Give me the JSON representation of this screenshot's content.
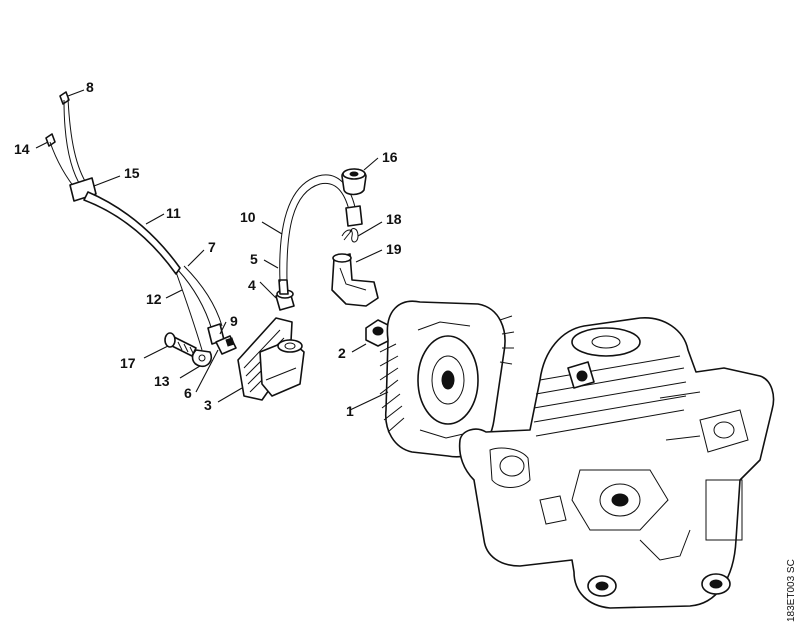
{
  "labels": [
    {
      "id": "p1",
      "text": "1"
    },
    {
      "id": "p2",
      "text": "2"
    },
    {
      "id": "p3",
      "text": "3"
    },
    {
      "id": "p4",
      "text": "4"
    },
    {
      "id": "p5",
      "text": "5"
    },
    {
      "id": "p6",
      "text": "6"
    },
    {
      "id": "p7",
      "text": "7"
    },
    {
      "id": "p8",
      "text": "8"
    },
    {
      "id": "p9",
      "text": "9"
    },
    {
      "id": "p10",
      "text": "10"
    },
    {
      "id": "p11",
      "text": "11"
    },
    {
      "id": "p12",
      "text": "12"
    },
    {
      "id": "p13",
      "text": "13"
    },
    {
      "id": "p14",
      "text": "14"
    },
    {
      "id": "p15",
      "text": "15"
    },
    {
      "id": "p16",
      "text": "16"
    },
    {
      "id": "p17",
      "text": "17"
    },
    {
      "id": "p18",
      "text": "18"
    },
    {
      "id": "p19",
      "text": "19"
    }
  ],
  "reference_code": "183ET003 SC"
}
